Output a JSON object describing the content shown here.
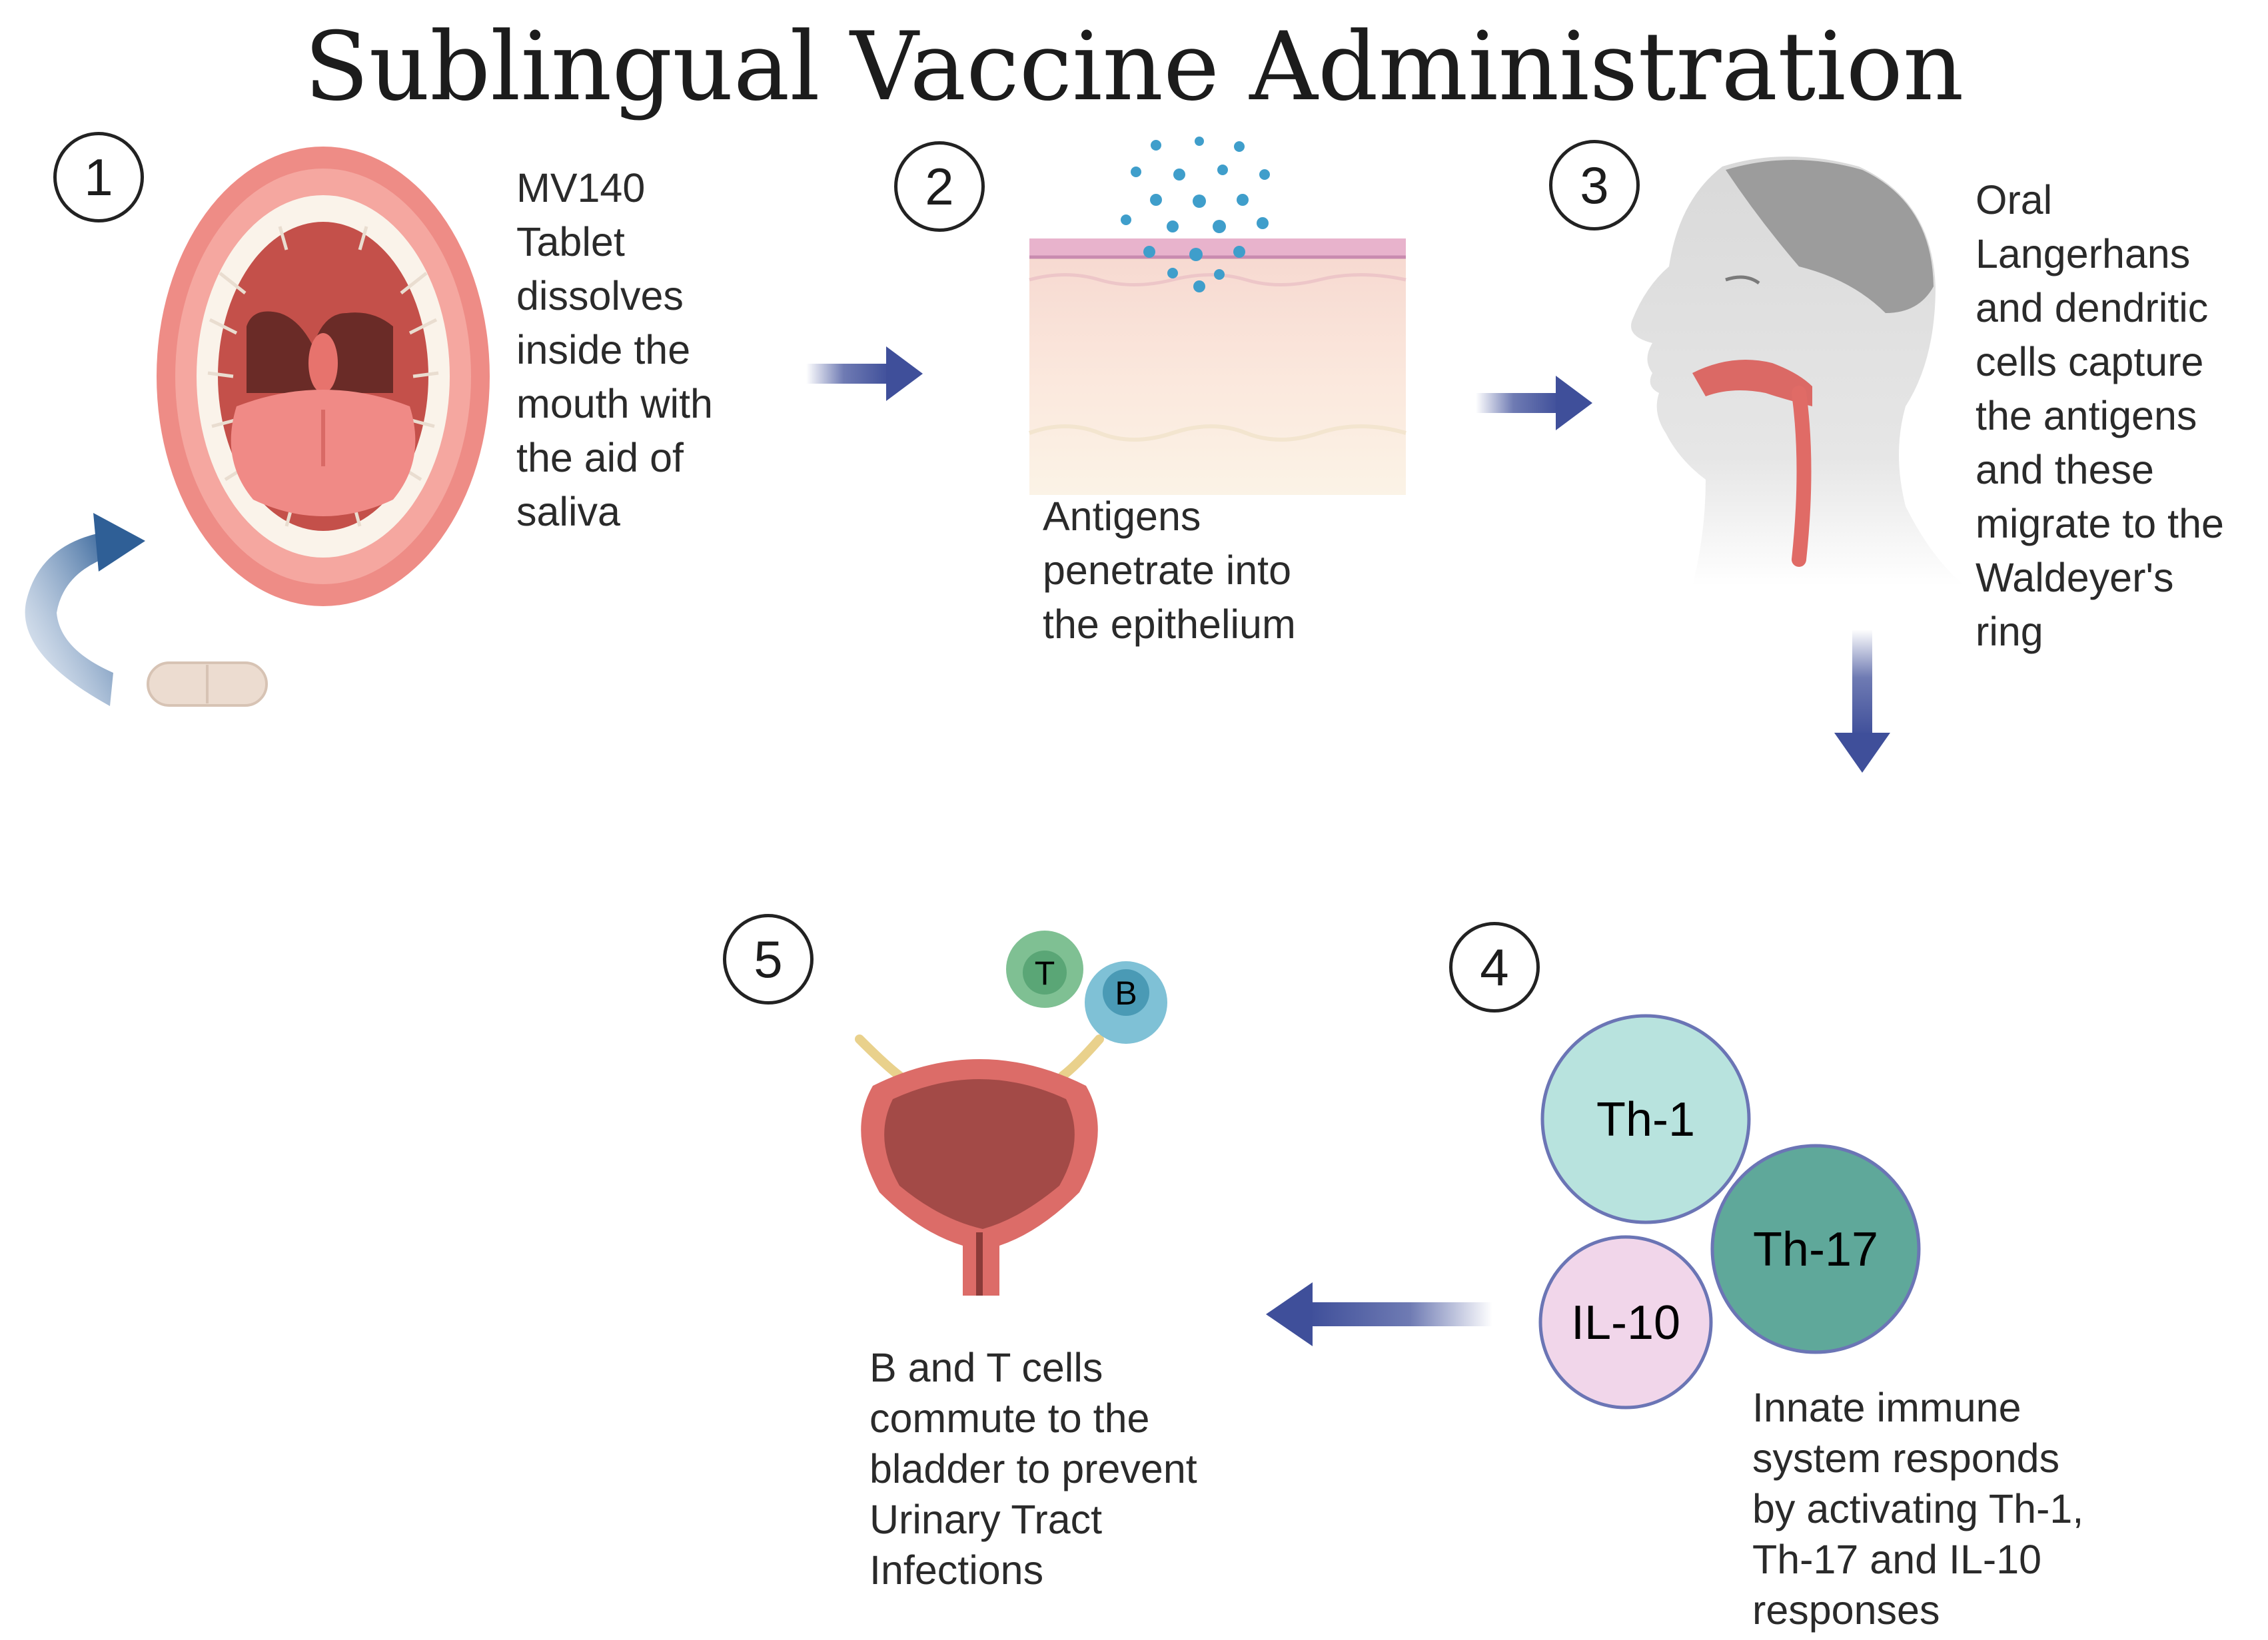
{
  "title": "Sublingual Vaccine Administration",
  "colors": {
    "arrow": "#3f4f9a",
    "th1_fill": "#b8e3de",
    "th17_fill": "#5fa89a",
    "il10_fill": "#f1d6ea",
    "circle_stroke": "#6b75b5",
    "mouth": "#f08a84",
    "bladder": "#b85a57",
    "t_cell": "#7fc093",
    "b_cell": "#7fc1d6"
  },
  "steps": [
    {
      "number": "1",
      "lines": [
        "MV140",
        "Tablet",
        "dissolves",
        "inside the",
        "mouth with",
        "the aid of",
        "saliva"
      ]
    },
    {
      "number": "2",
      "lines": [
        "Antigens",
        "penetrate into",
        "the epithelium"
      ]
    },
    {
      "number": "3",
      "lines": [
        "Oral",
        "Langerhans",
        "and dendritic",
        "cells capture",
        "the antigens",
        "and these",
        "migrate to the",
        "Waldeyer's",
        "ring"
      ]
    },
    {
      "number": "4",
      "lines": [
        "Innate immune",
        "system responds",
        "by activating Th-1,",
        "Th-17 and IL-10",
        "responses"
      ]
    },
    {
      "number": "5",
      "lines": [
        "B and T cells",
        "commute to the",
        "bladder to prevent",
        "Urinary Tract",
        "Infections"
      ]
    }
  ],
  "cells": {
    "th1": "Th-1",
    "th17": "Th-17",
    "il10": "IL-10"
  },
  "lymphocytes": {
    "t": "T",
    "b": "B"
  }
}
